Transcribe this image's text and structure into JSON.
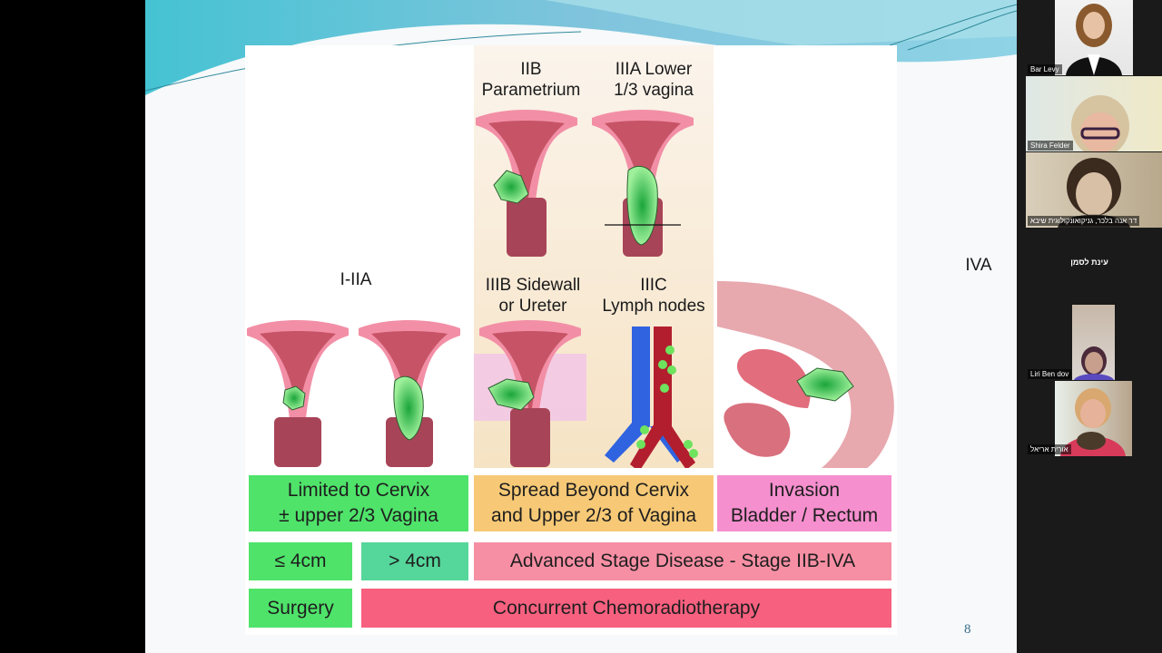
{
  "slide": {
    "page_number": "8",
    "stage_labels": {
      "i_iia": "I-IIA",
      "iib_title": "IIB",
      "iib_sub": "Parametrium",
      "iiia_title": "IIIA Lower",
      "iiia_sub": "1/3 vagina",
      "iiib_title": "IIIB  Sidewall",
      "iiib_sub": "or Ureter",
      "iiic_title": "IIIC",
      "iiic_sub": "Lymph nodes",
      "iva": "IVA"
    },
    "rows": {
      "extent": [
        {
          "line1": "Limited to Cervix",
          "line2": "± upper 2/3 Vagina",
          "color": "#4fe36a"
        },
        {
          "line1": "Spread Beyond Cervix",
          "line2": "and Upper 2/3 of Vagina",
          "color": "#f7c976"
        },
        {
          "line1": "Invasion",
          "line2": "Bladder / Rectum",
          "color": "#f58fce"
        }
      ],
      "size": [
        {
          "label": "≤ 4cm",
          "color": "#4fe36a"
        },
        {
          "label": "> 4cm",
          "color": "#55d69a"
        },
        {
          "label": "Advanced Stage Disease - Stage IIB-IVA",
          "color": "#f78fa4"
        }
      ],
      "treatment": [
        {
          "label": "Surgery",
          "color": "#4fe36a"
        },
        {
          "label": "Concurrent Chemoradiotherapy",
          "color": "#f7607f"
        }
      ]
    }
  },
  "participants": [
    {
      "name": "Bar Levy"
    },
    {
      "name": "Shira Felder"
    },
    {
      "name": "דר אנה בלכר, גניקואונקולוגית שיבא"
    },
    {
      "name": "עינת לסמן"
    },
    {
      "name": "Liri Ben dov"
    },
    {
      "name": "אורית אריאל"
    }
  ]
}
